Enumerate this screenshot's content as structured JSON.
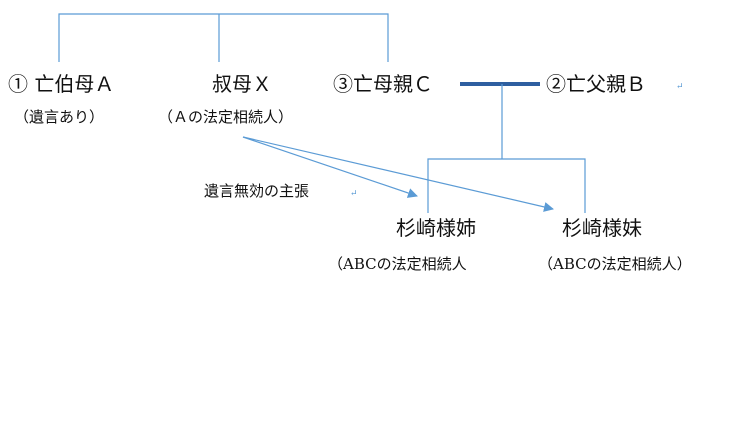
{
  "people": {
    "aunt_a": {
      "name": "① 亡伯母Ａ",
      "note": "（遺言あり）"
    },
    "aunt_x": {
      "name": "叔母Ｘ",
      "note": "（Ａの法定相続人）"
    },
    "mother_c": {
      "name": "③亡母親Ｃ"
    },
    "father_b": {
      "name": "②亡父親Ｂ"
    },
    "sister_elder": {
      "name": "杉崎様姉",
      "note": "（ABCの法定相続人"
    },
    "sister_younger": {
      "name": "杉崎様妹",
      "note": "（ABCの法定相続人）"
    }
  },
  "annotation": {
    "claim": "遺言無効の主張"
  },
  "colors": {
    "line": "#5b9bd5",
    "marriage": "#2e5fa0"
  }
}
